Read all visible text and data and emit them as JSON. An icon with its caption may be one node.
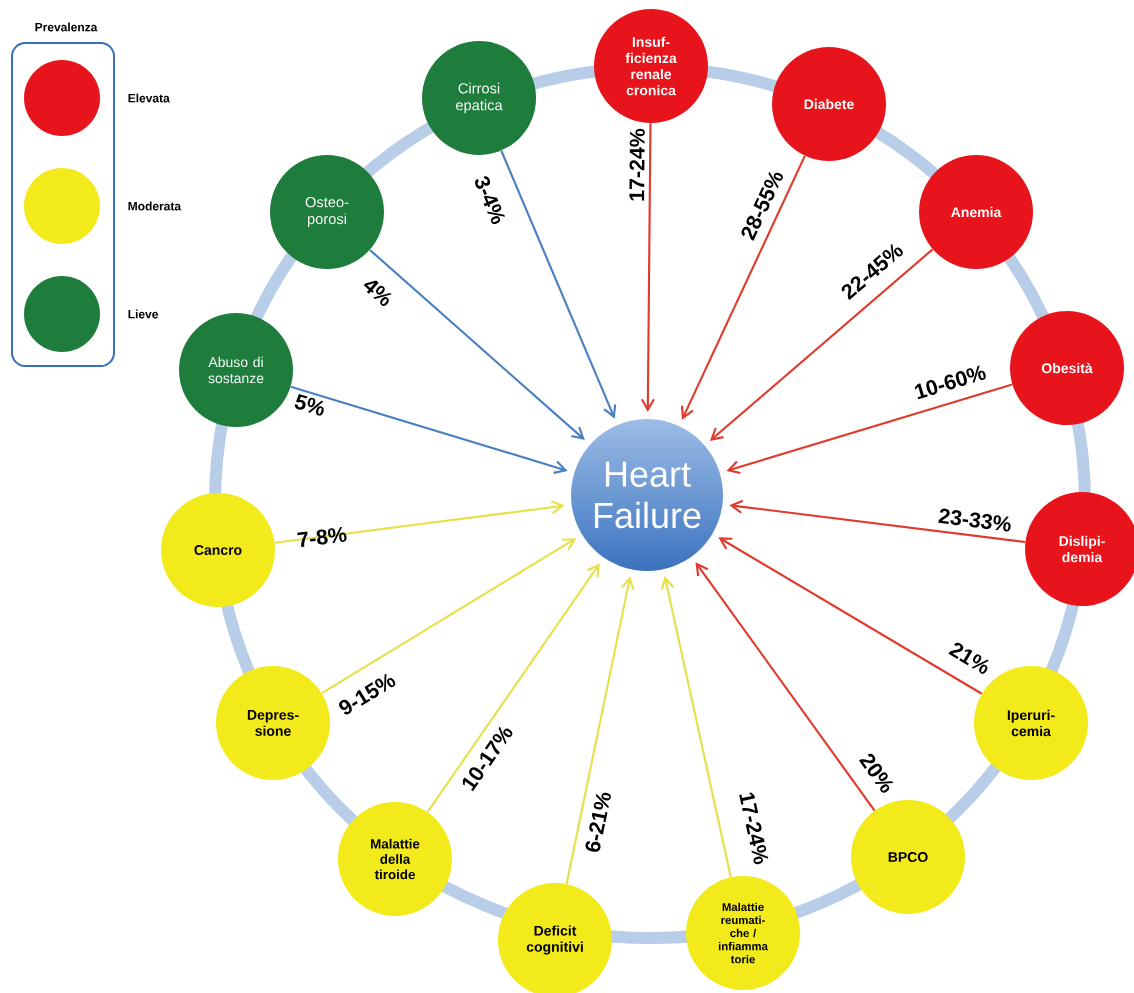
{
  "diagram": {
    "nodes": [
      {
        "text": [
          "Heart Failure"
        ]
      },
      {
        "text": [
          "Insuf- ficienza renale cronica"
        ]
      },
      {
        "text": [
          "Diabete"
        ]
      },
      {
        "text": [
          "Anemia"
        ]
      },
      {
        "text": [
          "Obesità"
        ]
      },
      {
        "text": [
          "Dislipi- demia"
        ]
      },
      {
        "text": [
          "Iperuri- cemia"
        ]
      },
      {
        "text": [
          "BPCO"
        ]
      },
      {
        "text": [
          "Malattie reumati- che / infiamma torie"
        ]
      },
      {
        "text": [
          "Deficit cognitivi"
        ]
      },
      {
        "text": [
          "Malattie della tiroide"
        ]
      },
      {
        "text": [
          "Depres- sione"
        ]
      },
      {
        "text": [
          "Cancro"
        ]
      },
      {
        "text": [
          "Abuso di sostanze"
        ]
      },
      {
        "text": [
          "Osteo- porosi"
        ]
      },
      {
        "text": [
          "Cirrosi epatica"
        ]
      }
    ],
    "edges": [
      {
        "from": 1,
        "to": 0,
        "arrow": "to",
        "label": "17-24%"
      },
      {
        "from": 2,
        "to": 0,
        "arrow": "to",
        "label": "28-55%"
      },
      {
        "from": 3,
        "to": 0,
        "arrow": "to",
        "label": "22-45%"
      },
      {
        "from": 4,
        "to": 0,
        "arrow": "to",
        "label": "10-60%"
      },
      {
        "from": 5,
        "to": 0,
        "arrow": "to",
        "label": "23-33%"
      },
      {
        "from": 6,
        "to": 0,
        "arrow": "to",
        "label": "21%"
      },
      {
        "from": 7,
        "to": 0,
        "arrow": "to",
        "label": "20%"
      },
      {
        "from": 8,
        "to": 0,
        "arrow": "to",
        "label": "17-24%",
        "color": "#e8e04a"
      },
      {
        "from": 9,
        "to": 0,
        "arrow": "to",
        "label": "6-21%",
        "color": "#e8e04a"
      },
      {
        "from": 10,
        "to": 0,
        "arrow": "to",
        "label": "10-17%",
        "color": "#e8e04a"
      },
      {
        "from": 11,
        "to": 0,
        "arrow": "to",
        "label": "9-15%",
        "color": "#e8e04a"
      },
      {
        "from": 12,
        "to": 0,
        "arrow": "to",
        "label": "7-8%",
        "color": "#e8e04a"
      },
      {
        "from": 13,
        "to": 0,
        "arrow": "to",
        "label": "5%",
        "color": "#4a7fc0"
      },
      {
        "from": 14,
        "to": 0,
        "arrow": "to",
        "label": "4%",
        "color": "#4a7fc0"
      },
      {
        "from": 15,
        "to": 0,
        "arrow": "to",
        "label": "3-4%",
        "color": "#4a7fc0"
      }
    ],
    "labels": [
      "Prevalenza"
    ],
    "legend": [
      {
        "text": "Elevata",
        "color": "#e8141c"
      },
      {
        "text": "Moderata",
        "color": "#f3ea1c"
      },
      {
        "text": "Lieve",
        "color": "#1e7d3c"
      }
    ]
  }
}
